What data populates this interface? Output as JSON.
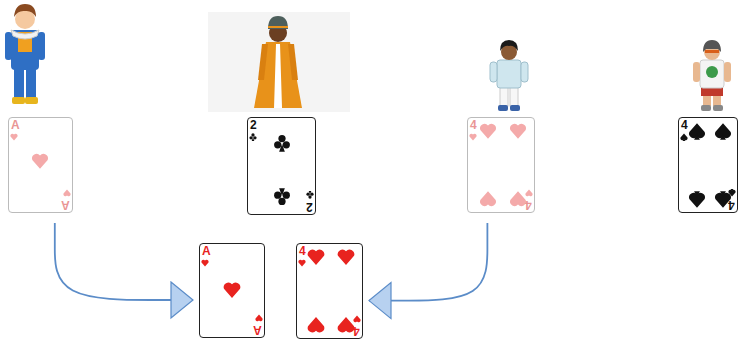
{
  "diagram": {
    "nodes": [
      {
        "text": [
          "A",
          "A"
        ]
      },
      {
        "text": [
          "2",
          "2"
        ]
      },
      {
        "text": [
          "4",
          "4"
        ]
      },
      {
        "text": [
          "4",
          "4"
        ]
      },
      {
        "text": [
          "A",
          "A"
        ]
      },
      {
        "text": [
          "4",
          "4"
        ]
      }
    ],
    "edges": [
      {
        "from": 0,
        "to": 4,
        "arrow": "to"
      },
      {
        "from": 2,
        "to": 5,
        "arrow": "to"
      }
    ]
  }
}
